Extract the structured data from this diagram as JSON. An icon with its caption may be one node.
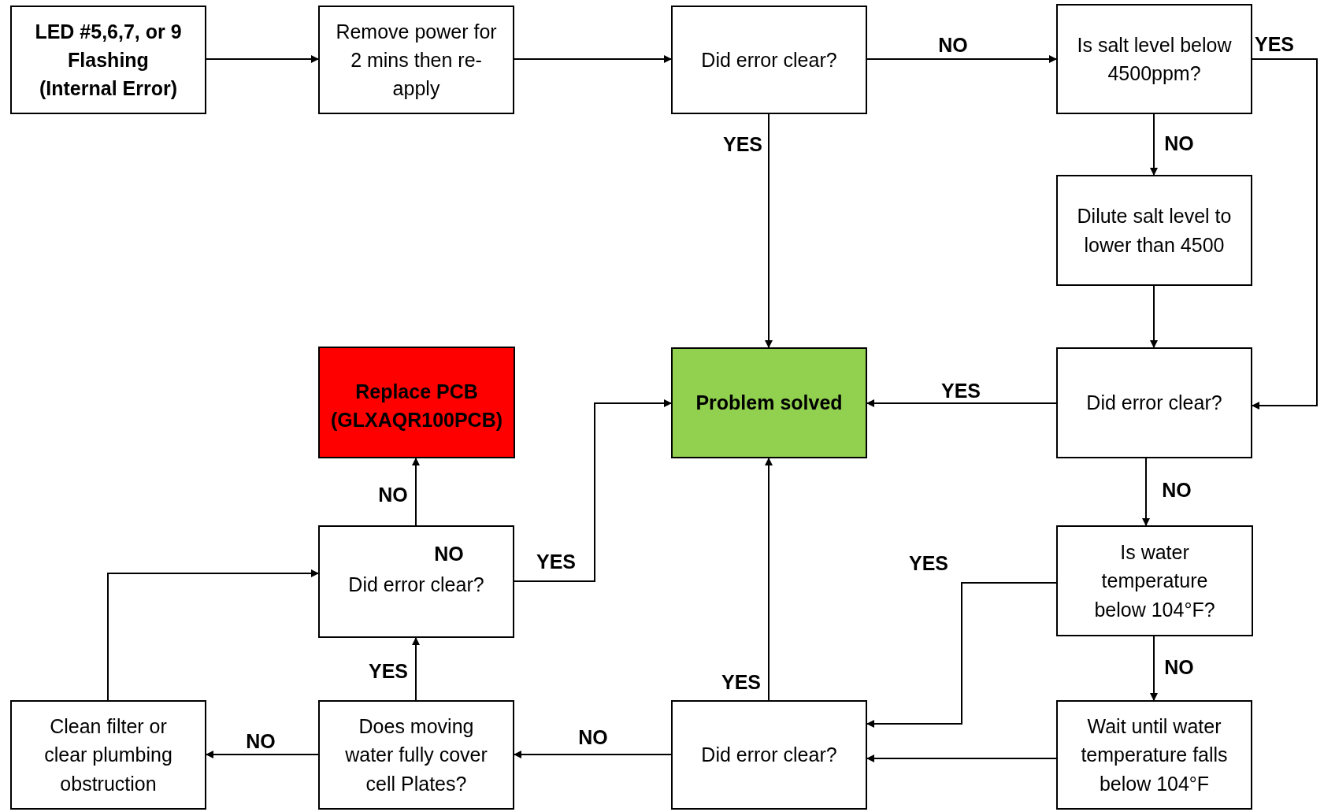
{
  "diagram": {
    "nodes": [
      {
        "text": [
          "LED #5,6,7, or 9 Flashing (Internal Error)"
        ]
      },
      {
        "text": [
          "Remove power for 2 mins then re-apply"
        ]
      },
      {
        "text": [
          "Did error clear?"
        ]
      },
      {
        "text": [
          "Is salt level below 4500ppm?"
        ]
      },
      {
        "text": [
          "Dilute salt level to lower than 4500"
        ]
      },
      {
        "text": [
          "Replace PCB (GLXAQR100PCB)"
        ]
      },
      {
        "text": [
          "Problem solved"
        ]
      },
      {
        "text": [
          "Did error clear?"
        ]
      },
      {
        "text": [
          "Did error clear?"
        ]
      },
      {
        "text": [
          "Is water temperature below 104°F?"
        ]
      },
      {
        "text": [
          "Clean filter or clear plumbing obstruction"
        ]
      },
      {
        "text": [
          "Does moving water fully cover cell Plates?"
        ]
      },
      {
        "text": [
          "Did error clear?"
        ]
      },
      {
        "text": [
          "Wait until water temperature falls below 104°F"
        ]
      }
    ],
    "edges": [
      {
        "from": 0,
        "to": 1,
        "arrow": "to"
      },
      {
        "from": 1,
        "to": 2,
        "arrow": "to"
      },
      {
        "from": 2,
        "to": 3,
        "arrow": "to",
        "label": "NO"
      },
      {
        "from": 2,
        "to": 6,
        "arrow": "to",
        "label": "YES"
      },
      {
        "from": 3,
        "to": 4,
        "arrow": "to",
        "label": "NO"
      },
      {
        "from": 3,
        "to": 7,
        "arrow": "to",
        "label": "YES"
      },
      {
        "from": 4,
        "to": 7,
        "arrow": "to"
      },
      {
        "from": 7,
        "to": 6,
        "arrow": "to",
        "label": "YES"
      },
      {
        "from": 7,
        "to": 9,
        "arrow": "to",
        "label": "NO"
      },
      {
        "from": 9,
        "to": 12,
        "arrow": "to",
        "label": "YES"
      },
      {
        "from": 9,
        "to": 13,
        "arrow": "to",
        "label": "NO"
      },
      {
        "from": 13,
        "to": 12,
        "arrow": "to"
      },
      {
        "from": 12,
        "to": 11,
        "arrow": "to",
        "label": "NO"
      },
      {
        "from": 12,
        "to": 6,
        "arrow": "to",
        "label": "YES"
      },
      {
        "from": 11,
        "to": 8,
        "arrow": "to",
        "label": "YES"
      },
      {
        "from": 11,
        "to": 10,
        "arrow": "to",
        "label": "NO"
      },
      {
        "from": 10,
        "to": 8,
        "arrow": "to"
      },
      {
        "from": 8,
        "to": 5,
        "arrow": "to",
        "label": "NO"
      },
      {
        "from": 8,
        "to": 6,
        "arrow": "to",
        "label": "YES"
      }
    ],
    "labels": [
      "NO"
    ]
  }
}
